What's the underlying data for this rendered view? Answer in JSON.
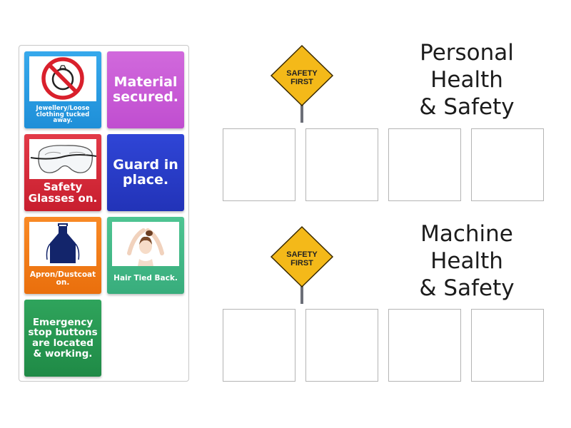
{
  "cards": [
    {
      "label": "Jewellery/Loose clothing tucked away.",
      "icon": "no-jewellery-icon",
      "color": "#2a9be3"
    },
    {
      "label": "Material secured.",
      "color": "#c95cd6"
    },
    {
      "label": "Safety Glasses on.",
      "icon": "safety-goggles-icon",
      "color": "#d62c3b"
    },
    {
      "label": "Guard in place.",
      "color": "#283cc8"
    },
    {
      "label": "Apron/Dustcoat on.",
      "icon": "apron-icon",
      "color": "#f27d19"
    },
    {
      "label": "Hair Tied Back.",
      "icon": "hair-tied-icon",
      "color": "#43b987"
    },
    {
      "label": "Emergency stop buttons are located & working.",
      "color": "#279752"
    }
  ],
  "groups": [
    {
      "title_lines": [
        "Personal",
        "Health",
        "& Safety"
      ],
      "sign_text": [
        "SAFETY",
        "FIRST"
      ],
      "slots": 4
    },
    {
      "title_lines": [
        "Machine",
        "Health",
        "& Safety"
      ],
      "sign_text": [
        "SAFETY",
        "FIRST"
      ],
      "slots": 4
    }
  ]
}
